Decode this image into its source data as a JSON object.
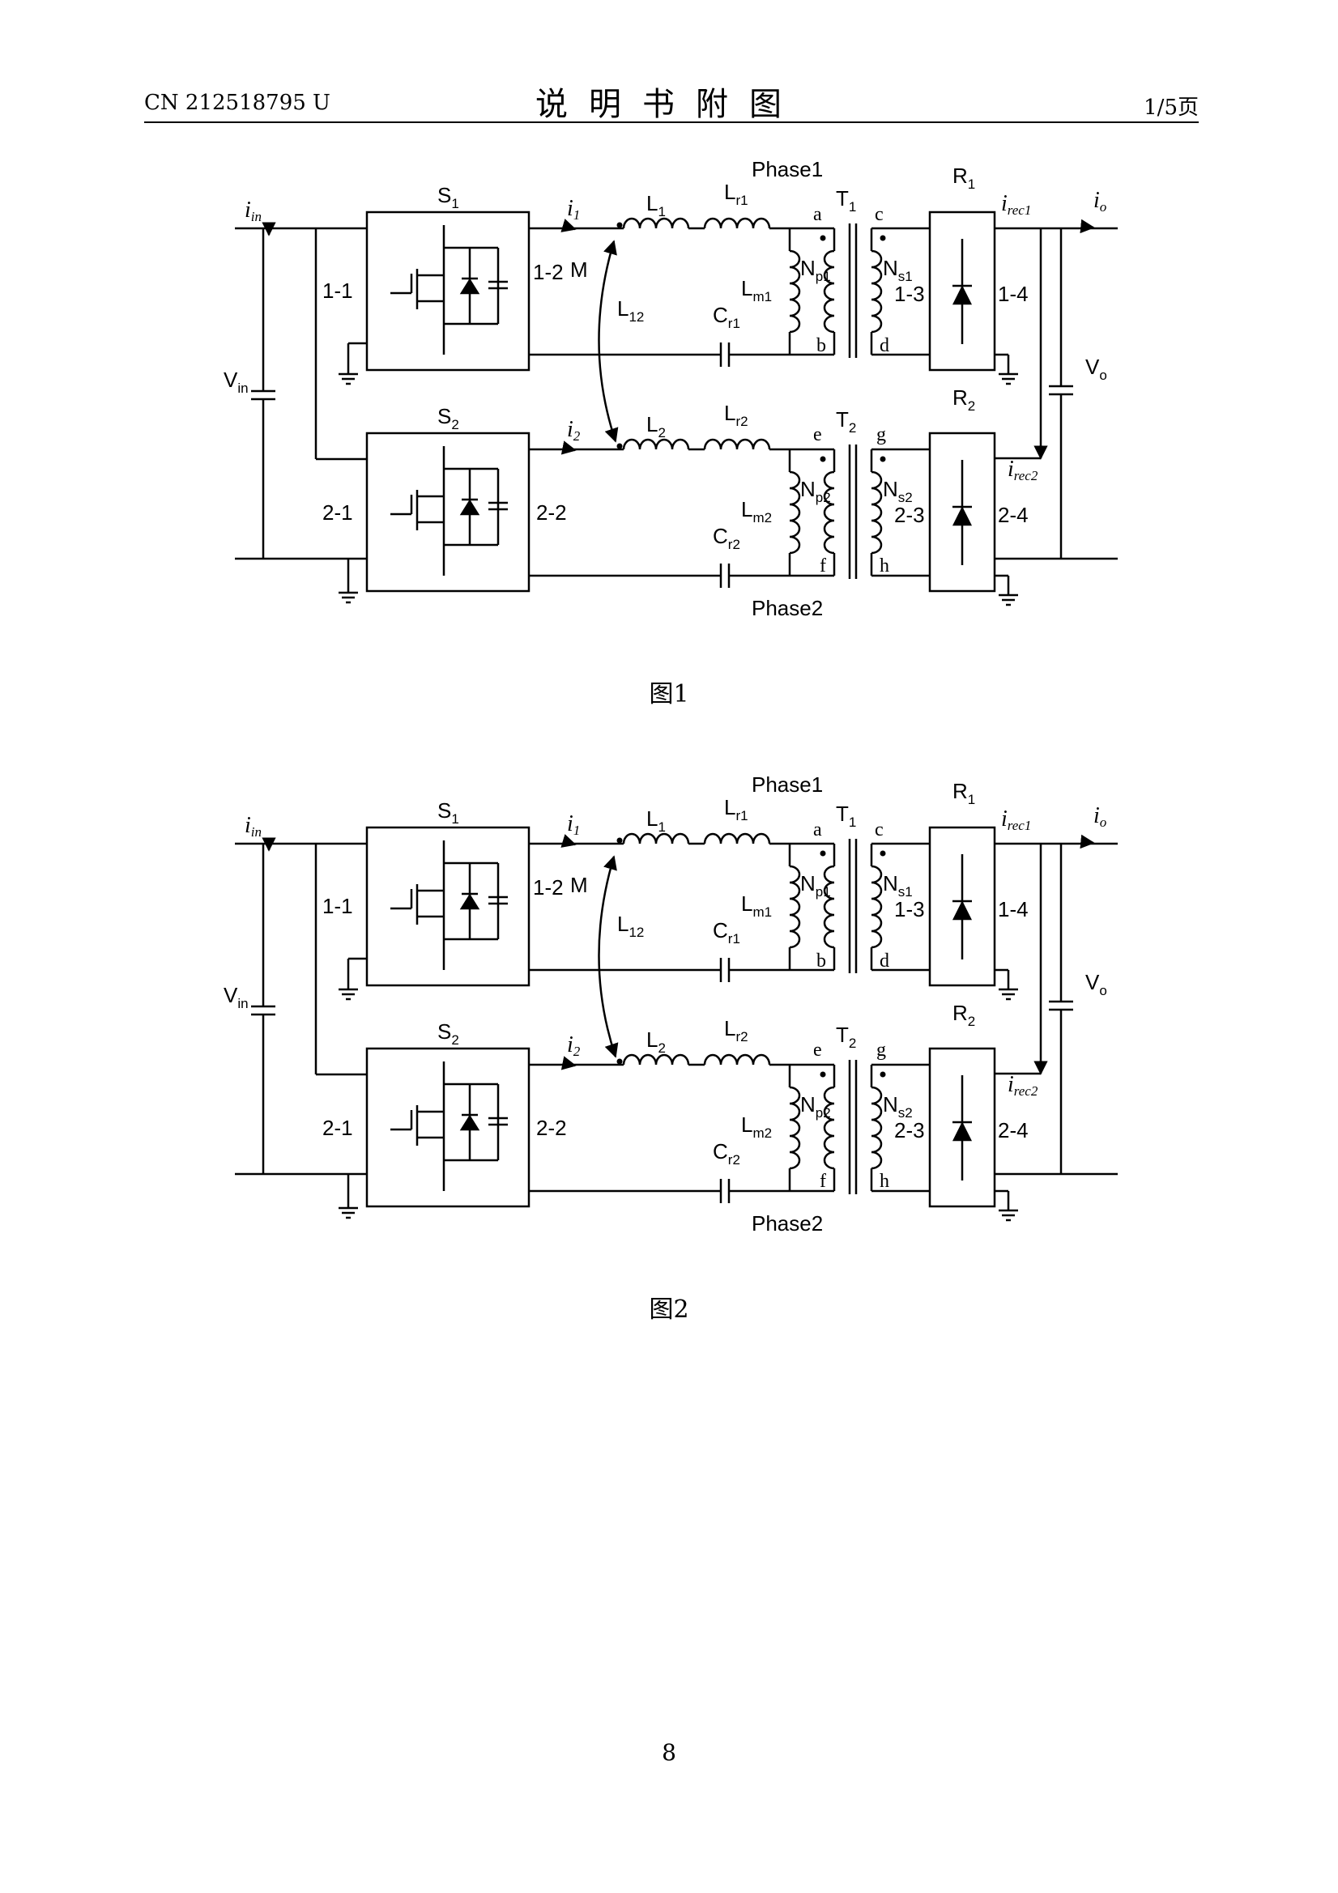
{
  "header": {
    "doc_number": "CN 212518795 U",
    "title": "说明书附图",
    "page_of": "1/5页"
  },
  "figures": [
    {
      "caption": "图1"
    },
    {
      "caption": "图2"
    }
  ],
  "diagram_labels": {
    "phase1": "Phase1",
    "phase2": "Phase2",
    "s1": "S",
    "s1_sub": "1",
    "s2": "S",
    "s2_sub": "2",
    "r1": "R",
    "r1_sub": "1",
    "r2": "R",
    "r2_sub": "2",
    "t1": "T",
    "t1_sub": "1",
    "t2": "T",
    "t2_sub": "2",
    "i_in": "i",
    "i_in_sub": "in",
    "i1": "i",
    "i1_sub": "1",
    "i2": "i",
    "i2_sub": "2",
    "i_rec1": "i",
    "i_rec1_sub": "rec1",
    "i_rec2": "i",
    "i_rec2_sub": "rec2",
    "i_o": "i",
    "i_o_sub": "o",
    "v_in": "V",
    "v_in_sub": "in",
    "v_o": "V",
    "v_o_sub": "o",
    "l1": "L",
    "l1_sub": "1",
    "l2": "L",
    "l2_sub": "2",
    "lr1": "L",
    "lr1_sub": "r1",
    "lr2": "L",
    "lr2_sub": "r2",
    "lm1": "L",
    "lm1_sub": "m1",
    "lm2": "L",
    "lm2_sub": "m2",
    "l12": "L",
    "l12_sub": "12",
    "cr1": "C",
    "cr1_sub": "r1",
    "cr2": "C",
    "cr2_sub": "r2",
    "np1": "N",
    "np1_sub": "p1",
    "np2": "N",
    "np2_sub": "p2",
    "ns1": "N",
    "ns1_sub": "s1",
    "ns2": "N",
    "ns2_sub": "s2",
    "m": "M",
    "n11": "1-1",
    "n12": "1-2",
    "n13": "1-3",
    "n14": "1-4",
    "n21": "2-1",
    "n22": "2-2",
    "n23": "2-3",
    "n24": "2-4",
    "a": "a",
    "b": "b",
    "c": "c",
    "d": "d",
    "e": "e",
    "f": "f",
    "g": "g",
    "h": "h"
  },
  "page_number": "8"
}
